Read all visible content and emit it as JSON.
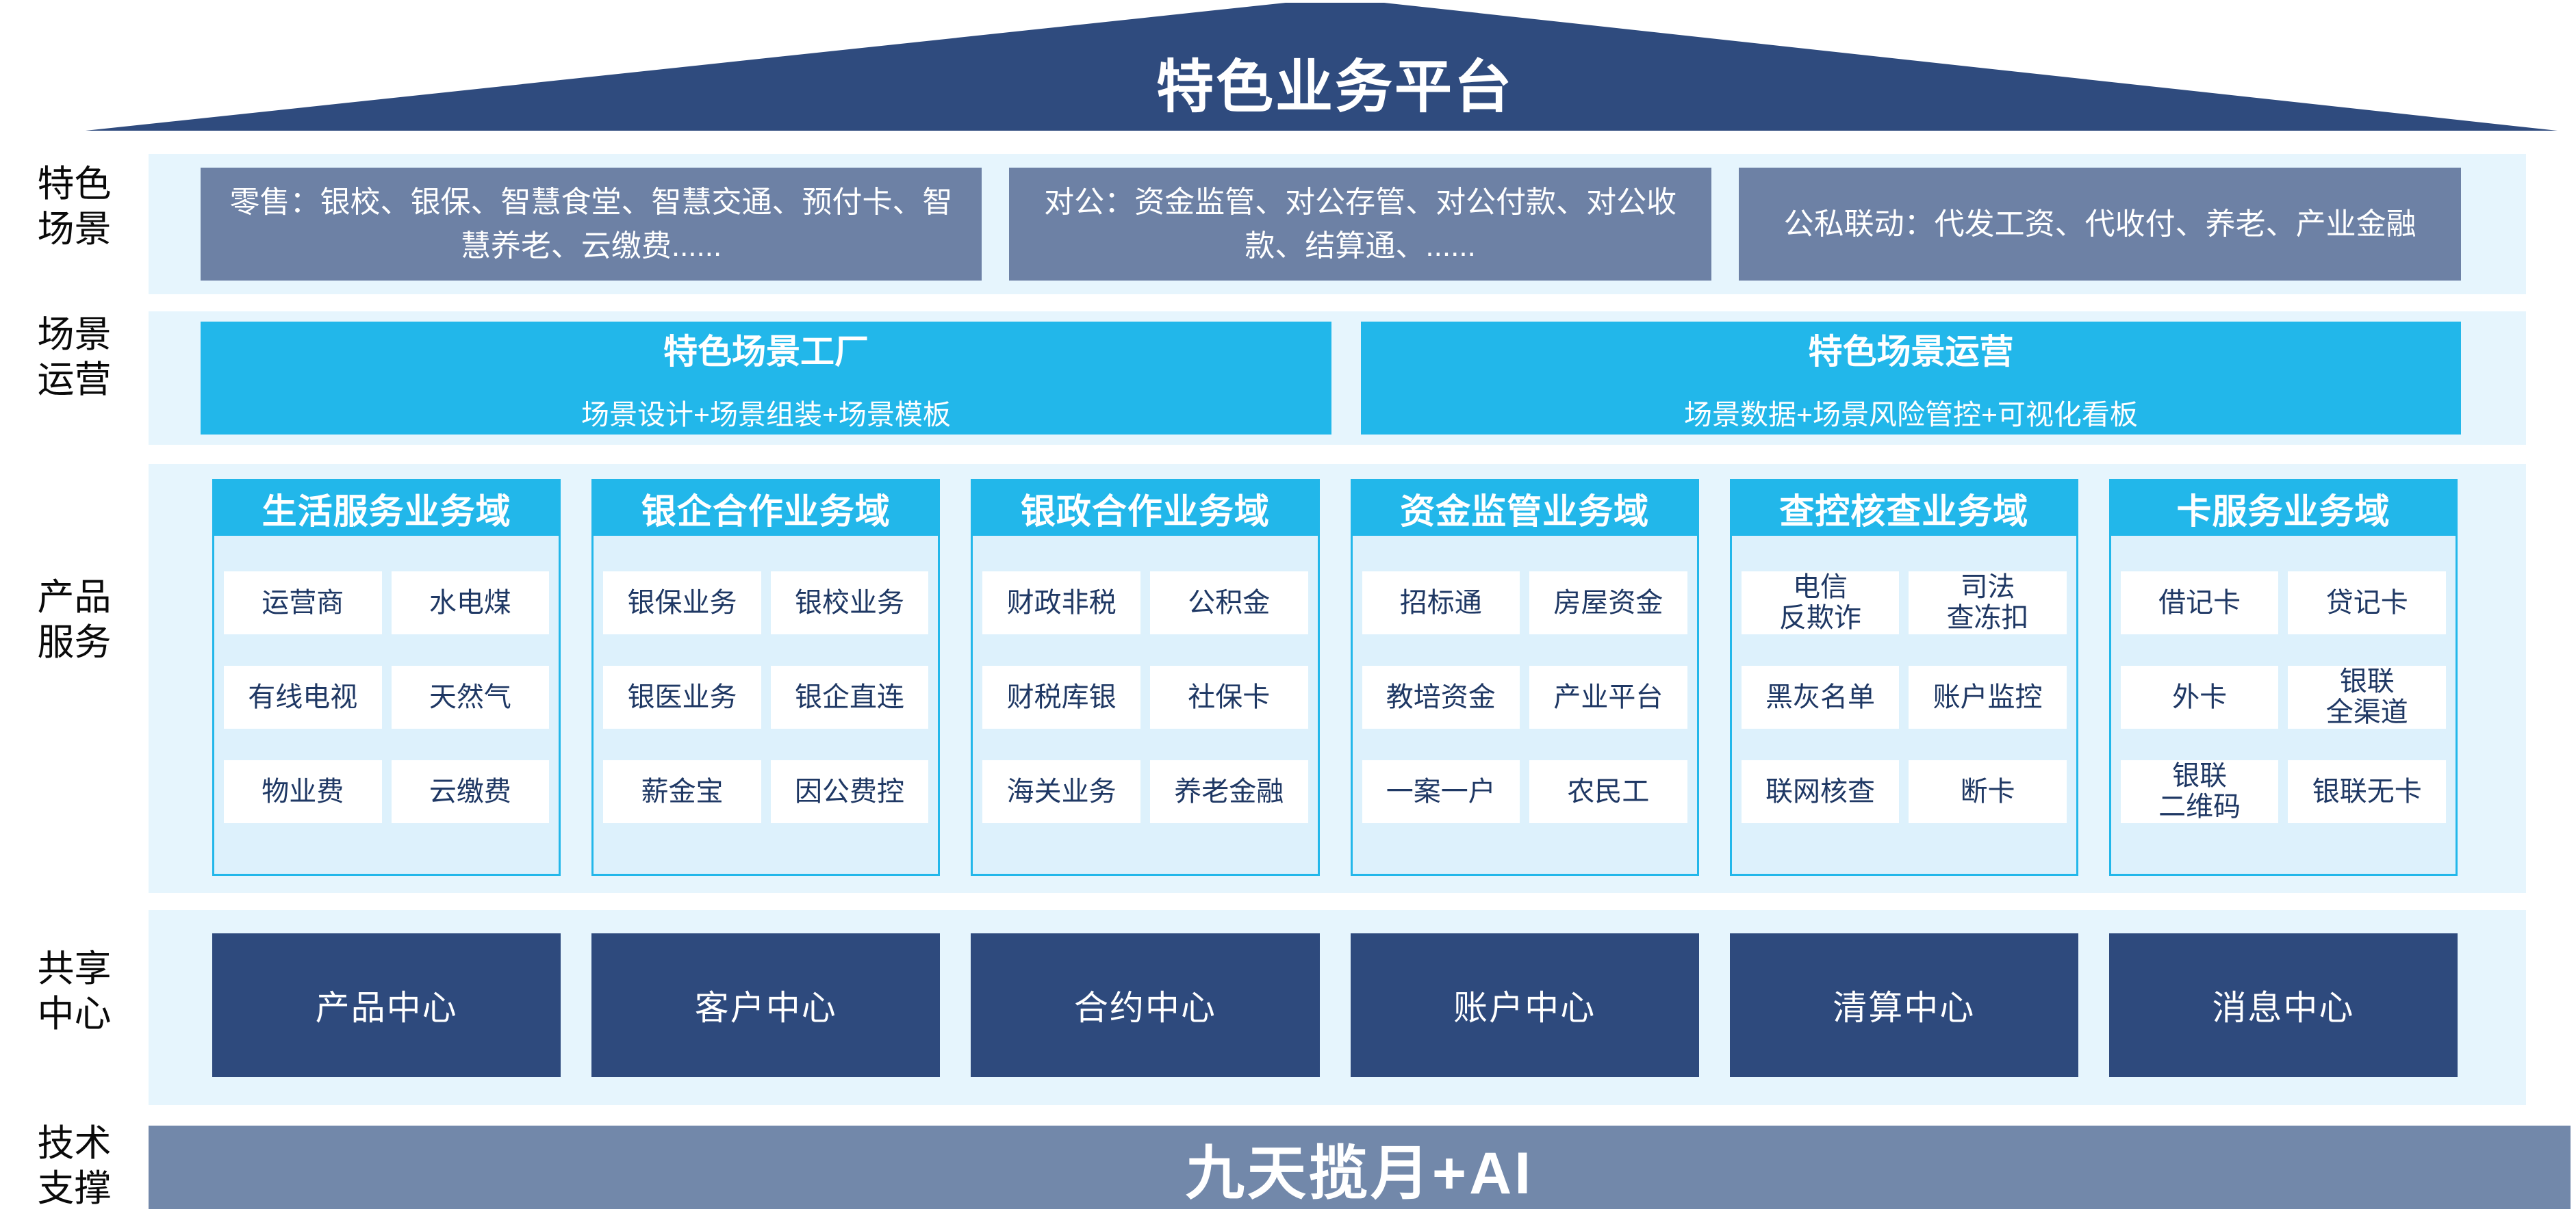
{
  "header": {
    "title": "特色业务平台"
  },
  "side_labels": [
    {
      "label": "特色场景"
    },
    {
      "label": "场景运营"
    },
    {
      "label": "产品服务"
    },
    {
      "label": "共享中心"
    },
    {
      "label": "技术支撑"
    }
  ],
  "scenario_row": {
    "boxes": [
      "零售：银校、银保、智慧食堂、智慧交通、预付卡、智慧养老、云缴费......",
      "对公：资金监管、对公存管、对公付款、对公收款、结算通、......",
      "公私联动：代发工资、代收付、养老、产业金融"
    ]
  },
  "operation_row": {
    "boxes": [
      {
        "title": "特色场景工厂",
        "subtitle": "场景设计+场景组装+场景模板"
      },
      {
        "title": "特色场景运营",
        "subtitle": "场景数据+场景风险管控+可视化看板"
      }
    ]
  },
  "product_row": {
    "columns": [
      {
        "header": "生活服务业务域",
        "items": [
          "运营商",
          "水电煤",
          "有线电视",
          "天然气",
          "物业费",
          "云缴费"
        ]
      },
      {
        "header": "银企合作业务域",
        "items": [
          "银保业务",
          "银校业务",
          "银医业务",
          "银企直连",
          "薪金宝",
          "因公费控"
        ]
      },
      {
        "header": "银政合作业务域",
        "items": [
          "财政非税",
          "公积金",
          "财税库银",
          "社保卡",
          "海关业务",
          "养老金融"
        ]
      },
      {
        "header": "资金监管业务域",
        "items": [
          "招标通",
          "房屋资金",
          "教培资金",
          "产业平台",
          "一案一户",
          "农民工"
        ]
      },
      {
        "header": "查控核查业务域",
        "items": [
          "电信\n反欺诈",
          "司法\n查冻扣",
          "黑灰名单",
          "账户监控",
          "联网核查",
          "断卡"
        ]
      },
      {
        "header": "卡服务业务域",
        "items": [
          "借记卡",
          "贷记卡",
          "外卡",
          "银联\n全渠道",
          "银联\n二维码",
          "银联无卡"
        ]
      }
    ]
  },
  "shared_row": {
    "centers": [
      "产品中心",
      "客户中心",
      "合约中心",
      "账户中心",
      "清算中心",
      "消息中心"
    ]
  },
  "tech_row": {
    "label": "九天揽月+AI"
  },
  "colors": {
    "roof_navy": "#2F4B7E",
    "scenario_gray_blue": "#6D81A5",
    "cyan_accent": "#22B7EA",
    "band_light_blue": "#E6F5FD",
    "column_body_blue": "#DDF1FC",
    "chip_background": "#FFFFFF",
    "chip_text_navy": "#1F3864",
    "center_navy": "#2E4A7D",
    "tech_bar_gray_blue": "#7288AA"
  }
}
